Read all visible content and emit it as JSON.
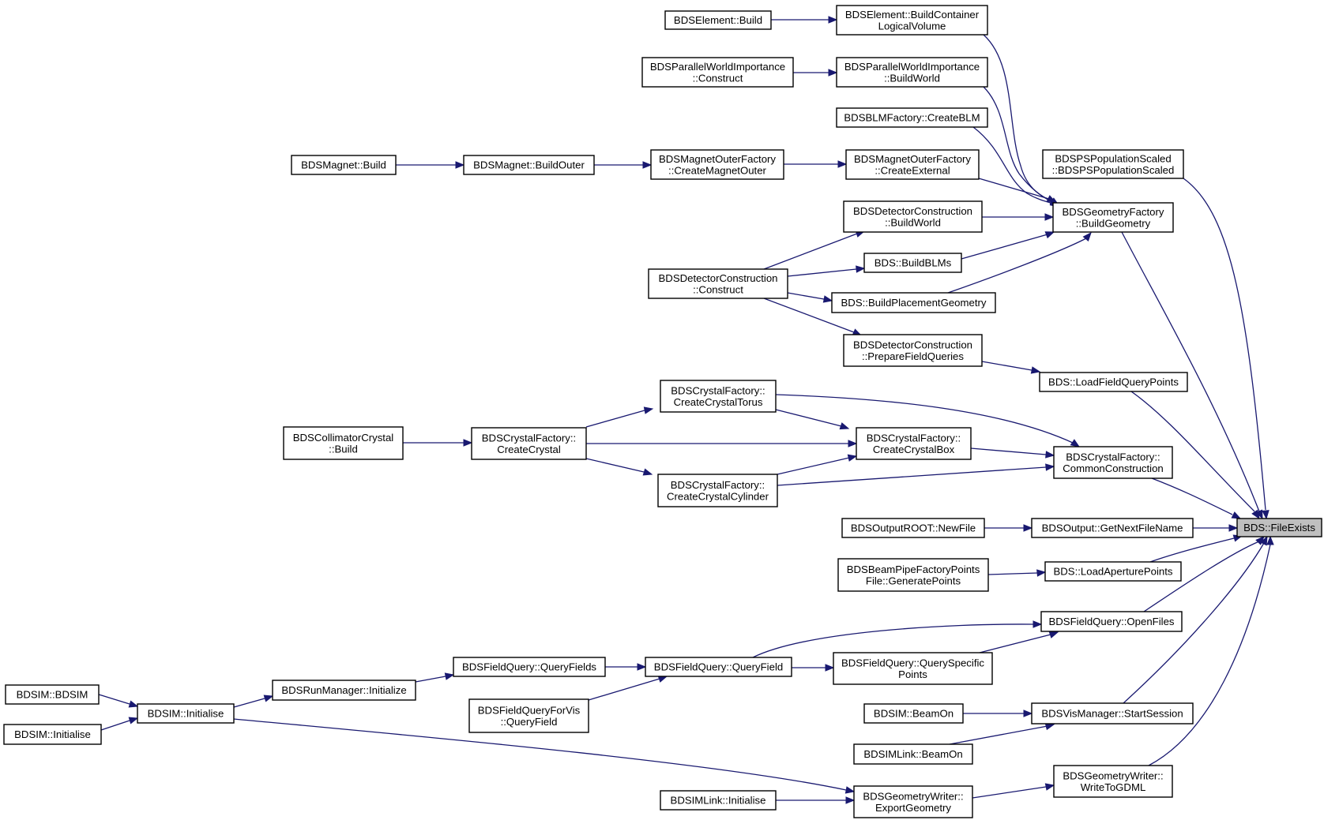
{
  "diagram": {
    "type": "call-graph",
    "edge_color": "#191970",
    "target_node_fill": "#bfbfbf",
    "nodes": [
      {
        "id": "file_exists",
        "lines": [
          "BDS::FileExists"
        ],
        "target": true
      },
      {
        "id": "elem_bcl",
        "lines": [
          "BDSElement::BuildContainer",
          "LogicalVolume"
        ]
      },
      {
        "id": "elem_build",
        "lines": [
          "BDSElement::Build"
        ]
      },
      {
        "id": "pwi_buildworld",
        "lines": [
          "BDSParallelWorldImportance",
          "::BuildWorld"
        ]
      },
      {
        "id": "pwi_construct",
        "lines": [
          "BDSParallelWorldImportance",
          "::Construct"
        ]
      },
      {
        "id": "blm_create",
        "lines": [
          "BDSBLMFactory::CreateBLM"
        ]
      },
      {
        "id": "mof_createexternal",
        "lines": [
          "BDSMagnetOuterFactory",
          "::CreateExternal"
        ]
      },
      {
        "id": "mof_createmagnetouter",
        "lines": [
          "BDSMagnetOuterFactory",
          "::CreateMagnetOuter"
        ]
      },
      {
        "id": "magnet_buildouter",
        "lines": [
          "BDSMagnet::BuildOuter"
        ]
      },
      {
        "id": "magnet_build",
        "lines": [
          "BDSMagnet::Build"
        ]
      },
      {
        "id": "psp_scaled",
        "lines": [
          "BDSPSPopulationScaled",
          "::BDSPSPopulationScaled"
        ]
      },
      {
        "id": "gf_buildgeometry",
        "lines": [
          "BDSGeometryFactory",
          "::BuildGeometry"
        ]
      },
      {
        "id": "dc_buildworld",
        "lines": [
          "BDSDetectorConstruction",
          "::BuildWorld"
        ]
      },
      {
        "id": "bds_buildblms",
        "lines": [
          "BDS::BuildBLMs"
        ]
      },
      {
        "id": "dc_construct",
        "lines": [
          "BDSDetectorConstruction",
          "::Construct"
        ]
      },
      {
        "id": "bds_buildplacement",
        "lines": [
          "BDS::BuildPlacementGeometry"
        ]
      },
      {
        "id": "dc_preparefq",
        "lines": [
          "BDSDetectorConstruction",
          "::PrepareFieldQueries"
        ]
      },
      {
        "id": "bds_loadfqp",
        "lines": [
          "BDS::LoadFieldQueryPoints"
        ]
      },
      {
        "id": "cf_torus",
        "lines": [
          "BDSCrystalFactory::",
          "CreateCrystalTorus"
        ]
      },
      {
        "id": "collcrystal_build",
        "lines": [
          "BDSCollimatorCrystal",
          "::Build"
        ]
      },
      {
        "id": "cf_createcrystal",
        "lines": [
          "BDSCrystalFactory::",
          "CreateCrystal"
        ]
      },
      {
        "id": "cf_box",
        "lines": [
          "BDSCrystalFactory::",
          "CreateCrystalBox"
        ]
      },
      {
        "id": "cf_common",
        "lines": [
          "BDSCrystalFactory::",
          "CommonConstruction"
        ]
      },
      {
        "id": "cf_cylinder",
        "lines": [
          "BDSCrystalFactory::",
          "CreateCrystalCylinder"
        ]
      },
      {
        "id": "outroot_newfile",
        "lines": [
          "BDSOutputROOT::NewFile"
        ]
      },
      {
        "id": "out_getnext",
        "lines": [
          "BDSOutput::GetNextFileName"
        ]
      },
      {
        "id": "bpf_generate",
        "lines": [
          "BDSBeamPipeFactoryPoints",
          "File::GeneratePoints"
        ]
      },
      {
        "id": "bds_loadaperture",
        "lines": [
          "BDS::LoadAperturePoints"
        ]
      },
      {
        "id": "fq_openfiles",
        "lines": [
          "BDSFieldQuery::OpenFiles"
        ]
      },
      {
        "id": "fq_queryfields",
        "lines": [
          "BDSFieldQuery::QueryFields"
        ]
      },
      {
        "id": "fq_queryfield",
        "lines": [
          "BDSFieldQuery::QueryField"
        ]
      },
      {
        "id": "fq_queryspecific",
        "lines": [
          "BDSFieldQuery::QuerySpecific",
          "Points"
        ]
      },
      {
        "id": "bdsim_bdsim",
        "lines": [
          "BDSIM::BDSIM"
        ]
      },
      {
        "id": "rm_initialize",
        "lines": [
          "BDSRunManager::Initialize"
        ]
      },
      {
        "id": "bdsim_initialise",
        "lines": [
          "BDSIM::Initialise"
        ]
      },
      {
        "id": "fqvis_queryfield",
        "lines": [
          "BDSFieldQueryForVis",
          "::QueryField"
        ]
      },
      {
        "id": "bdsim_initialise_caller",
        "lines": [
          "BDSIM::Initialise"
        ]
      },
      {
        "id": "bdsim_beamon",
        "lines": [
          "BDSIM::BeamOn"
        ]
      },
      {
        "id": "vis_startsession",
        "lines": [
          "BDSVisManager::StartSession"
        ]
      },
      {
        "id": "bdsimlink_beamon",
        "lines": [
          "BDSIMLink::BeamOn"
        ]
      },
      {
        "id": "gw_writetogdml",
        "lines": [
          "BDSGeometryWriter::",
          "WriteToGDML"
        ]
      },
      {
        "id": "bdsimlink_initialise",
        "lines": [
          "BDSIMLink::Initialise"
        ]
      },
      {
        "id": "gw_exportgeometry",
        "lines": [
          "BDSGeometryWriter::",
          "ExportGeometry"
        ]
      }
    ]
  }
}
